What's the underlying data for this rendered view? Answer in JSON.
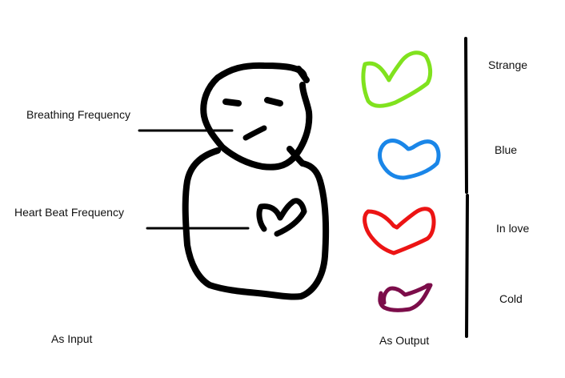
{
  "inputs": {
    "breathing_label": "Breathing Frequency",
    "heartbeat_label": "Heart Beat Frequency",
    "caption": "As Input"
  },
  "outputs": {
    "caption": "As Output",
    "emotions": [
      {
        "label": "Strange",
        "color": "#80e21e"
      },
      {
        "label": "Blue",
        "color": "#1a86e8"
      },
      {
        "label": "In love",
        "color": "#ec1414"
      },
      {
        "label": "Cold",
        "color": "#7c0d4a"
      }
    ]
  },
  "ink_color": "#000000"
}
